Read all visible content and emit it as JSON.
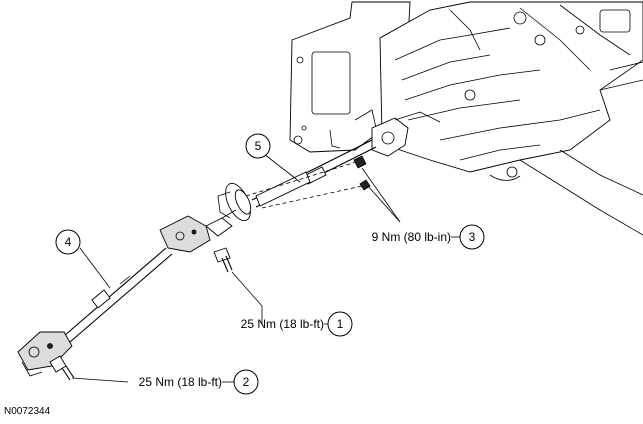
{
  "figure_id": "N0072344",
  "callouts": [
    {
      "number": "1",
      "label": "25 Nm (18 lb-ft)"
    },
    {
      "number": "2",
      "label": "25 Nm (18 lb-ft)"
    },
    {
      "number": "3",
      "label": "9 Nm (80 lb-in)"
    },
    {
      "number": "4",
      "label": ""
    },
    {
      "number": "5",
      "label": ""
    }
  ]
}
